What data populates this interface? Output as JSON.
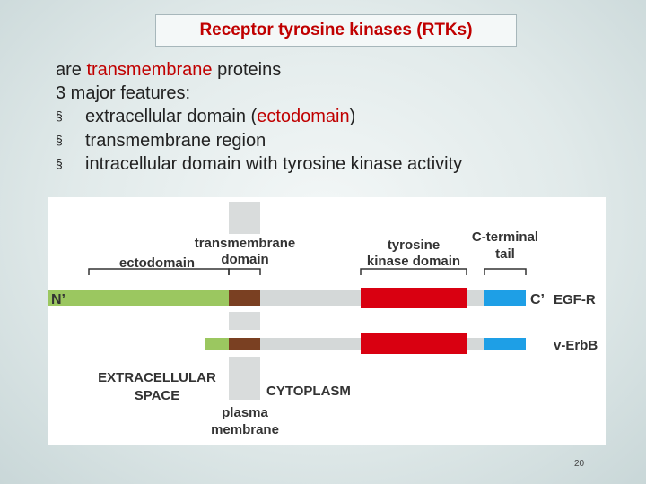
{
  "slide": {
    "title": "Receptor tyrosine kinases (RTKs)",
    "intro": {
      "pre": "are ",
      "highlight": "transmembrane",
      "post": " proteins"
    },
    "features_heading": "3 major features:",
    "bullet_symbol": "§",
    "bullets": [
      {
        "pre": "extracellular domain (",
        "highlight": "ectodomain",
        "post": ")"
      },
      {
        "text": "transmembrane region"
      },
      {
        "text": "intracellular domain with tyrosine kinase activity"
      }
    ],
    "page_number": "20"
  },
  "diagram": {
    "labels": {
      "ectodomain": "ectodomain",
      "transmembrane_1": "transmembrane",
      "transmembrane_2": "domain",
      "kinase_1": "tyrosine",
      "kinase_2": "kinase domain",
      "cterm_1": "C-terminal",
      "cterm_2": "tail",
      "n_term": "N’",
      "c_term": "C’",
      "egfr": "EGF-R",
      "verbb": "v-ErbB",
      "extracellular_1": "EXTRACELLULAR",
      "extracellular_2": "SPACE",
      "cytoplasm": "CYTOPLASM",
      "membrane_1": "plasma",
      "membrane_2": "membrane"
    },
    "colors": {
      "ectodomain": "#9bc760",
      "transmembrane": "#7a4022",
      "linker": "#d4d8d8",
      "kinase": "#d90011",
      "tail": "#1e9fe6",
      "membrane": "#d9dcdc",
      "title": "#c00000"
    }
  }
}
